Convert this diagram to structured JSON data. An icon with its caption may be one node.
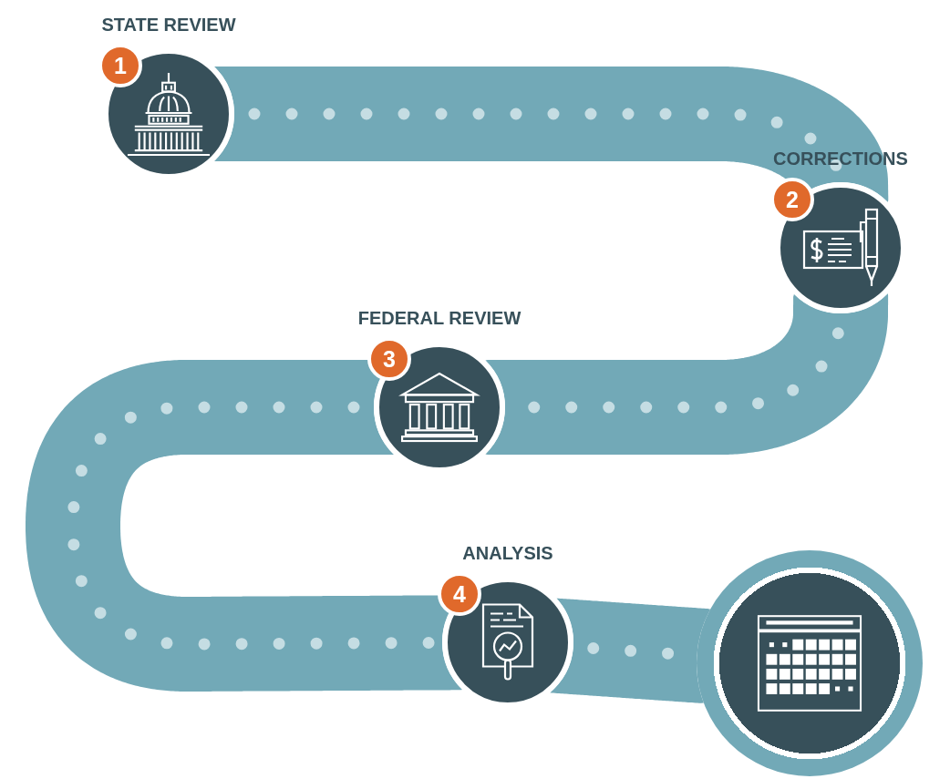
{
  "diagram": {
    "nodes": [
      {
        "text": [
          "STATE REVIEW"
        ]
      },
      {
        "text": [
          "1"
        ]
      },
      {
        "text": [
          "CORRECTIONS"
        ]
      },
      {
        "text": [
          "2"
        ]
      },
      {
        "text": [
          "FEDERAL REVIEW"
        ]
      },
      {
        "text": [
          "3"
        ]
      },
      {
        "text": [
          "ANALYSIS"
        ]
      },
      {
        "text": [
          "4"
        ]
      },
      {
        "text": [],
        "shape": "circle"
      }
    ],
    "edges": [
      {
        "from": 0,
        "to": 2,
        "arrow": "none"
      },
      {
        "from": 2,
        "to": 4,
        "arrow": "none"
      },
      {
        "from": 4,
        "to": 6,
        "arrow": "none"
      },
      {
        "from": 6,
        "to": 8,
        "arrow": "none"
      }
    ]
  }
}
